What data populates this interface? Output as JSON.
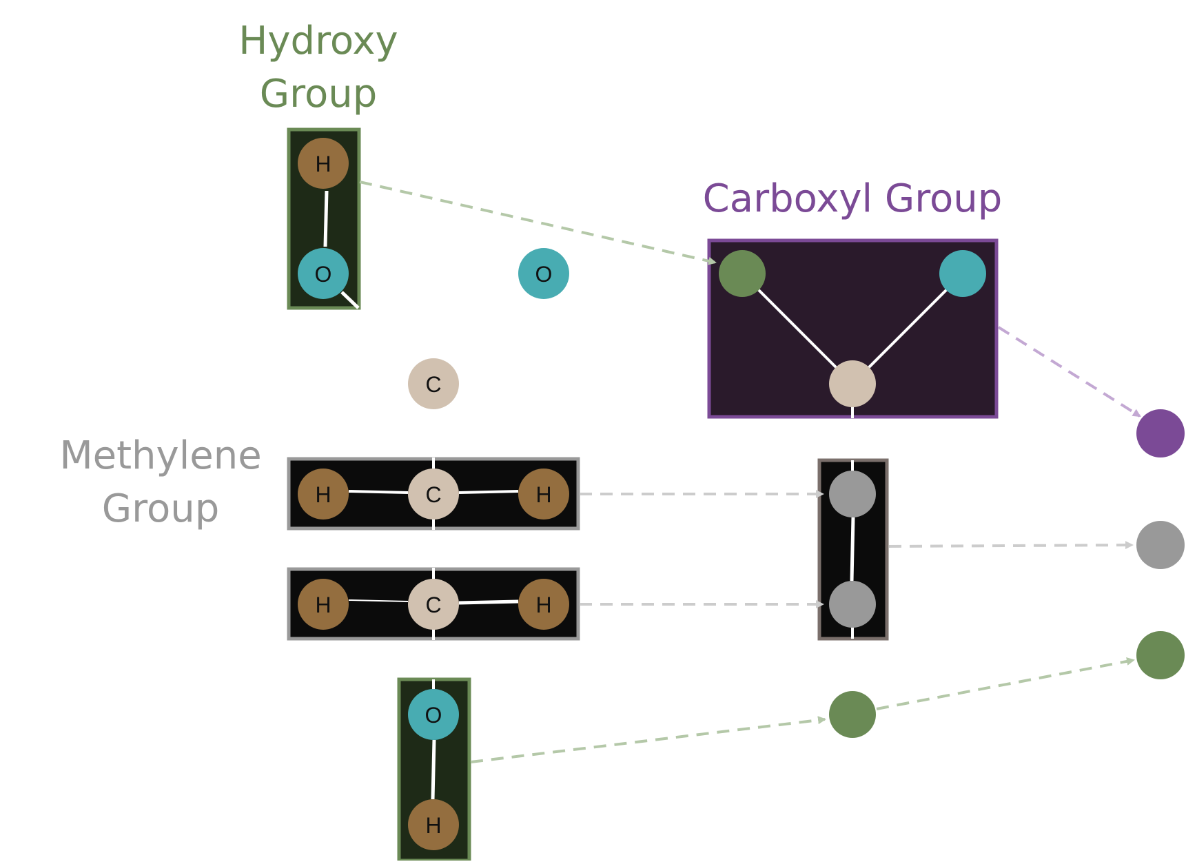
{
  "labels": {
    "hydroxy_top": "Hydroxy",
    "hydroxy_bottom": "Group",
    "carboxyl": "Carboxyl Group",
    "methylene_top": "Methylene",
    "methylene_bottom": "Group"
  },
  "atoms": {
    "hydrogen": "H",
    "oxygen": "O",
    "carbon": "C"
  },
  "colors": {
    "hydroxy": "#6a8a55",
    "hydroxy_fill": "#1e2a17",
    "carboxyl": "#7b4a96",
    "carboxyl_fill": "#2a1a2b",
    "methylene": "#999999",
    "methylene_fill": "#0b0b0b",
    "pooled_border": "#7a6f6b",
    "hydrogen": "#946e3f",
    "oxygen": "#48acb2",
    "carbon": "#d1c1b0",
    "gray_node": "#999999",
    "green_node": "#6a8a55",
    "purple_node": "#7b4a96",
    "green_arrow": "#b4c8a8",
    "purple_arrow": "#c3a8d3",
    "gray_arrow": "#cccccc"
  }
}
